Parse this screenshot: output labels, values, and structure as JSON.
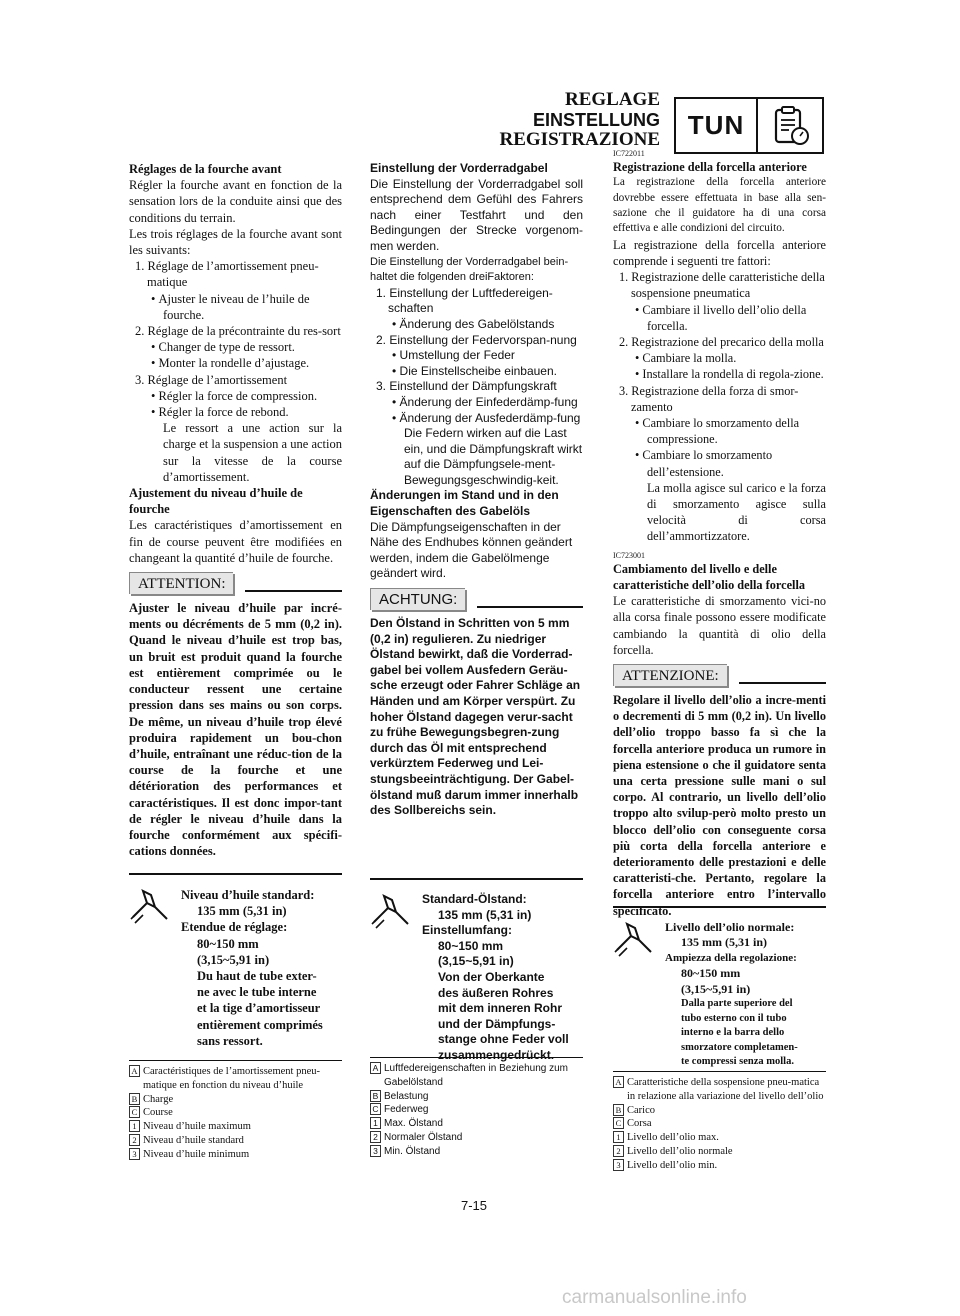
{
  "header": {
    "title_fr": "REGLAGE",
    "title_de": "EINSTELLUNG",
    "title_it": "REGISTRAZIONE",
    "section_code": "TUN",
    "icon": "clipboard-timer-icon"
  },
  "fr": {
    "heading": "Réglages de la fourche avant",
    "intro": "Régler la fourche avant en fonction de la sensation lors de la conduite ainsi que des conditions du terrain.",
    "intro2": "Les trois réglages de la fourche avant sont les suivants:",
    "items": [
      {
        "num": "1. Réglage de l’amortissement pneu-matique",
        "bullets": [
          "Ajuster le niveau de l’huile de fourche."
        ],
        "note": ""
      },
      {
        "num": "2. Réglage de la précontrainte du res-sort",
        "bullets": [
          "Changer de type de ressort.",
          "Monter la rondelle d’ajustage."
        ],
        "note": ""
      },
      {
        "num": "3. Réglage de l’amortissement",
        "bullets": [
          "Régler la force de compression.",
          "Régler la force de rebond."
        ],
        "note": "Le ressort a une action sur la charge et la suspension a une action sur la vitesse de la course d’amortissement."
      }
    ],
    "heading2": "Ajustement du niveau d’huile de fourche",
    "para2": "Les caractéristiques d’amortissement en fin de course peuvent être modifiées en changeant la quantité d’huile de fourche.",
    "warn_label": "ATTENTION:",
    "warn_text": "Ajuster le niveau d’huile par incré-ments ou décréments de 5 mm (0,2 in). Quand le niveau d’huile est trop bas, un bruit est produit quand la fourche est entièrement comprimée ou le conducteur ressent une certaine pression dans ses mains ou son corps. De même, un niveau d’huile trop élevé produira rapidement un bou-chon d’huile, entraînant une réduc-tion de la course de la fourche et une détérioration des performances et caractéristiques. Il est donc impor-tant de régler le niveau d’huile dans la fourche conformément aux spécifi-cations données.",
    "spec": [
      "Niveau d’huile standard:",
      "135 mm (5,31 in)",
      "Etendue de réglage:",
      "80~150 mm",
      "(3,15~5,91 in)",
      "Du haut de tube exter-",
      "ne avec le tube interne",
      "et la tige d’amortisseur",
      "entièrement comprimés",
      "sans ressort."
    ],
    "legend": [
      {
        "key": "A",
        "text": "Caractéristiques de l’amortissement pneu-matique en fonction du niveau d’huile"
      },
      {
        "key": "B",
        "text": "Charge"
      },
      {
        "key": "C",
        "text": "Course"
      },
      {
        "key": "1",
        "text": "Niveau d’huile maximum"
      },
      {
        "key": "2",
        "text": "Niveau d’huile standard"
      },
      {
        "key": "3",
        "text": "Niveau d’huile minimum"
      }
    ]
  },
  "de": {
    "heading": "Einstellung der Vorderradgabel",
    "intro": "Die Einstellung der Vorderradgabel soll entsprechend dem Gefühl des Fahrers nach einer Testfahrt und den Bedingungen der Strecke vorgenom-men werden.",
    "intro2": "Die Einstellung der Vorderradgabel bein-haltet die folgenden dreiFaktoren:",
    "items": [
      {
        "num": "1. Einstellung der Luftfedereigen-schaften",
        "bullets": [
          "Änderung des Gabelölstands"
        ],
        "note": ""
      },
      {
        "num": "2. Einstellung der Federvorspan-nung",
        "bullets": [
          "Umstellung der Feder",
          "Die Einstellscheibe einbauen."
        ],
        "note": ""
      },
      {
        "num": "3. Einstellund der Dämpfungskraft",
        "bullets": [
          "Änderung der Einfederdämp-fung",
          "Änderung der Ausfederdämp-fung"
        ],
        "note": "Die Federn wirken auf die Last ein, und die Dämpfungskraft wirkt auf die Dämpfungsele-ment-Bewegungsgeschwindig-keit."
      }
    ],
    "heading2": "Änderungen im Stand und in den Eigenschaften des Gabelöls",
    "para2": "Die Dämpfungseigenschaften in der Nähe des Endhubes können geändert werden, indem die Gabelölmenge geändert wird.",
    "warn_label": "ACHTUNG:",
    "warn_text": "Den Ölstand in Schritten von 5 mm (0,2 in) regulieren. Zu niedriger Ölstand bewirkt, daß die Vorderrad-gabel bei vollem Ausfedern Geräu-sche erzeugt oder Fahrer Schläge an Händen und am Körper verspürt. Zu hoher Ölstand dagegen verur-sacht zu frühe Bewegungsbegren-zung durch das Öl mit entsprechend verkürztem Federweg und Lei-stungsbeeinträchtigung. Der Gabel-ölstand muß darum immer innerhalb des Sollbereichs sein.",
    "spec": [
      "Standard-Ölstand:",
      "135 mm (5,31 in)",
      "Einstellumfang:",
      "80~150 mm",
      "(3,15~5,91 in)",
      "Von der Oberkante",
      "des äußeren Rohres",
      "mit dem inneren Rohr",
      "und der Dämpfungs-",
      "stange ohne Feder voll",
      "zusammengedrückt."
    ],
    "legend": [
      {
        "key": "A",
        "text": "Luftfedereigenschaften in Beziehung zum Gabelölstand"
      },
      {
        "key": "B",
        "text": "Belastung"
      },
      {
        "key": "C",
        "text": "Federweg"
      },
      {
        "key": "1",
        "text": "Max. Ölstand"
      },
      {
        "key": "2",
        "text": "Normaler Ölstand"
      },
      {
        "key": "3",
        "text": "Min. Ölstand"
      }
    ]
  },
  "it": {
    "code1": "IC722011",
    "heading": "Registrazione della forcella anteriore",
    "intro": "La registrazione della forcella anteriore dovrebbe essere effettuata in base alla sen-sazione che il guidatore ha di una corsa effettiva e alle condizioni del circuito.",
    "intro2": "La registrazione della forcella anteriore comprende i seguenti tre fattori:",
    "items": [
      {
        "num": "1. Registrazione delle caratteristiche della sospensione pneumatica",
        "bullets": [
          "Cambiare il livello dell’olio della forcella."
        ],
        "note": ""
      },
      {
        "num": "2. Registrazione del precarico della molla",
        "bullets": [
          "Cambiare la molla.",
          "Installare la rondella di regola-zione."
        ],
        "note": ""
      },
      {
        "num": "3. Registrazione della forza di smor-zamento",
        "bullets": [
          "Cambiare lo smorzamento della compressione.",
          "Cambiare lo smorzamento dell’estensione."
        ],
        "note": "La molla agisce sul carico e la forza di smorzamento agisce sulla velocità di corsa dell’ammortizzatore."
      }
    ],
    "code2": "IC723001",
    "heading2": "Cambiamento del livello e delle caratteristiche dell’olio della forcella",
    "para2": "Le caratteristiche di smorzamento vici-no alla corsa finale possono essere modificate cambiando la quantità di olio della forcella.",
    "warn_label": "ATTENZIONE:",
    "warn_text": "Regolare il livello dell’olio a incre-menti o decrementi di 5 mm (0,2 in). Un livello dell’olio troppo basso fa sì che la forcella anteriore produca un rumore in piena estensione o che il guidatore senta una certa pressione sulle mani o sul corpo. Al contrario, un livello dell’olio troppo alto svilup-però molto presto un blocco dell’olio con conseguente corsa più corta della forcella anteriore e deterioramento delle prestazioni e delle caratteristi-che. Pertanto, regolare la forcella anteriore entro l’intervallo specificato.",
    "spec": [
      "Livello dell’olio normale:",
      "135 mm (5,31 in)",
      "Ampiezza della regolazione:",
      "80~150 mm",
      "(3,15~5,91 in)",
      "Dalla parte superiore del",
      "tubo esterno con il tubo",
      "interno e la barra dello",
      "smorzatore completamen-",
      "te compressi senza molla."
    ],
    "legend": [
      {
        "key": "A",
        "text": "Caratteristiche della sospensione pneu-matica in relazione alla variazione del livello dell’olio"
      },
      {
        "key": "B",
        "text": "Carico"
      },
      {
        "key": "C",
        "text": "Corsa"
      },
      {
        "key": "1",
        "text": "Livello dell’olio max."
      },
      {
        "key": "2",
        "text": "Livello dell’olio normale"
      },
      {
        "key": "3",
        "text": "Livello dell’olio min."
      }
    ]
  },
  "footer": {
    "page_number": "7-15",
    "watermark": "carmanualsonline.info"
  }
}
